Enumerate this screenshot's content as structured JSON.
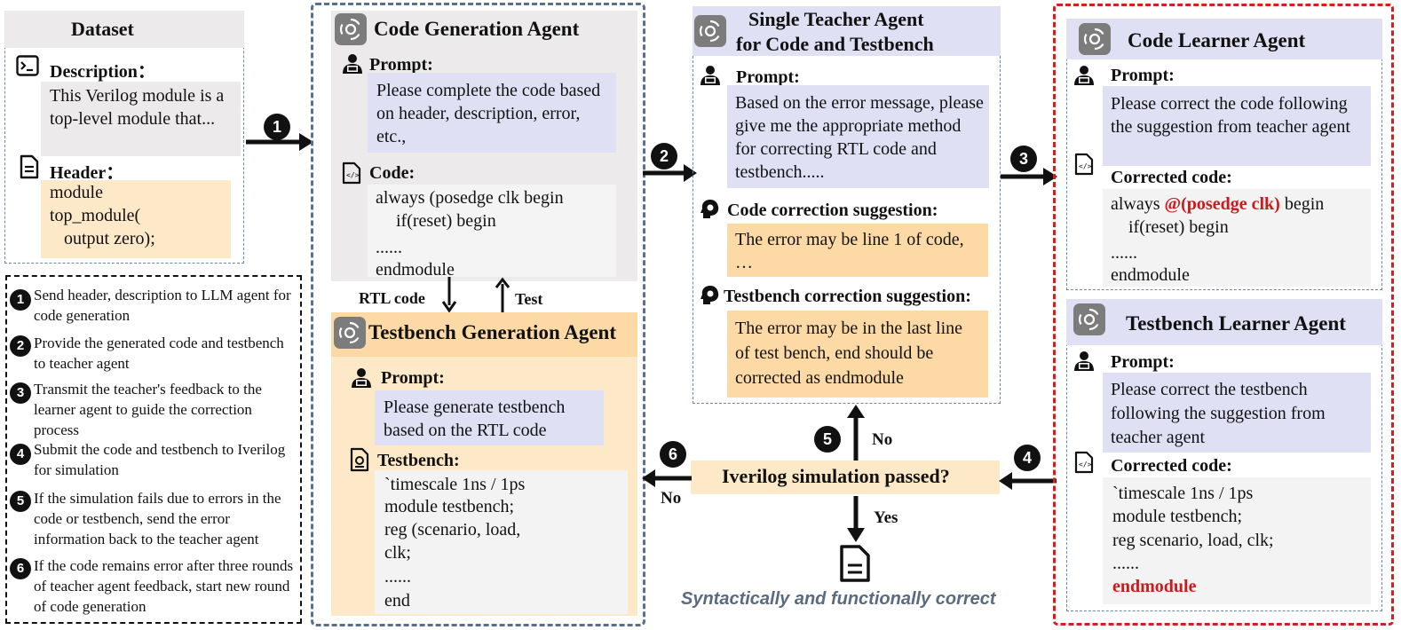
{
  "dataset": {
    "title": "Dataset",
    "description_label": "Description：",
    "description_text": "This Verilog module is a top-level module that...",
    "header_label": "Header：",
    "header_lines": [
      "module",
      "top_module(",
      "output zero);"
    ]
  },
  "code_gen": {
    "title": "Code Generation Agent",
    "prompt_label": "Prompt:",
    "prompt_text": "Please complete the code based on header, description, error, etc.,",
    "code_label": "Code:",
    "code_lines": [
      "always (posedge clk begin",
      "if(reset) begin",
      "......",
      "endmodule"
    ]
  },
  "arrows": {
    "rtl_code": "RTL code",
    "test": "Test",
    "no_left": "No",
    "no_up": "No",
    "yes": "Yes"
  },
  "testbench_gen": {
    "title": "Testbench Generation Agent",
    "prompt_label": "Prompt:",
    "prompt_text": "Please generate testbench based on the RTL code",
    "tb_label": "Testbench:",
    "tb_lines": [
      "`timescale 1ns / 1ps",
      "module testbench;",
      "reg (scenario, load,",
      "clk;",
      "......",
      "end"
    ]
  },
  "teacher": {
    "title_line1": "Single Teacher Agent",
    "title_line2": "for Code and Testbench",
    "prompt_label": "Prompt:",
    "prompt_text": "Based on the error message, please give me the appropriate method for correcting RTL code and testbench.....",
    "code_sugg_label": "Code correction suggestion:",
    "code_sugg_text": "The error may be line 1 of code, …",
    "tb_sugg_label": "Testbench correction suggestion:",
    "tb_sugg_text": "The error may be in the last line of test bench, end should be corrected as endmodule"
  },
  "sim": {
    "question": "Iverilog simulation passed?",
    "result": "Syntactically and functionally correct"
  },
  "code_learner": {
    "title": "Code Learner Agent",
    "prompt_label": "Prompt:",
    "prompt_text": "Please correct the code following the suggestion from teacher agent",
    "corrected_label": "Corrected code:",
    "line1_pre": "always ",
    "line1_hl": "@(posedge clk)",
    "line1_post": " begin",
    "line2": "if(reset) begin",
    "line3": "......",
    "line4": "endmodule"
  },
  "tb_learner": {
    "title": "Testbench Learner Agent",
    "prompt_label": "Prompt:",
    "prompt_text": "Please correct the testbench following the suggestion from teacher agent",
    "corrected_label": "Corrected code:",
    "lines": [
      "`timescale 1ns / 1ps",
      "module testbench;",
      "reg scenario, load, clk;",
      "......"
    ],
    "last_line": "endmodule"
  },
  "steps": {
    "n1": "1",
    "n2": "2",
    "n3": "3",
    "n4": "4",
    "n5": "5",
    "n6": "6"
  },
  "legend": [
    {
      "num": "1",
      "text": "Send header, description to LLM agent for code generation"
    },
    {
      "num": "2",
      "text": "Provide the generated code and testbench to teacher agent"
    },
    {
      "num": "3",
      "text": "Transmit the teacher's feedback to the learner agent to guide the correction process"
    },
    {
      "num": "4",
      "text": "Submit the code and testbench to Iverilog for simulation"
    },
    {
      "num": "5",
      "text": "If the simulation fails due to errors in the code or testbench, send the error information back to the teacher agent"
    },
    {
      "num": "6",
      "text": "If the code remains error after three rounds of teacher agent feedback, start new round of code generation"
    }
  ],
  "colors": {
    "purple": "#dfe0f4",
    "orange": "#fddaa5",
    "light_orange": "#fde8c8",
    "gray": "#eceaea",
    "dash_blue": "#5a7090",
    "dash_red": "#d21f1f",
    "result_text": "#5a6a7f"
  },
  "icons": [
    "chatgpt-logo-icon",
    "terminal-icon",
    "document-icon",
    "user-laptop-icon",
    "code-file-icon",
    "brain-gear-icon",
    "testbench-file-icon"
  ]
}
